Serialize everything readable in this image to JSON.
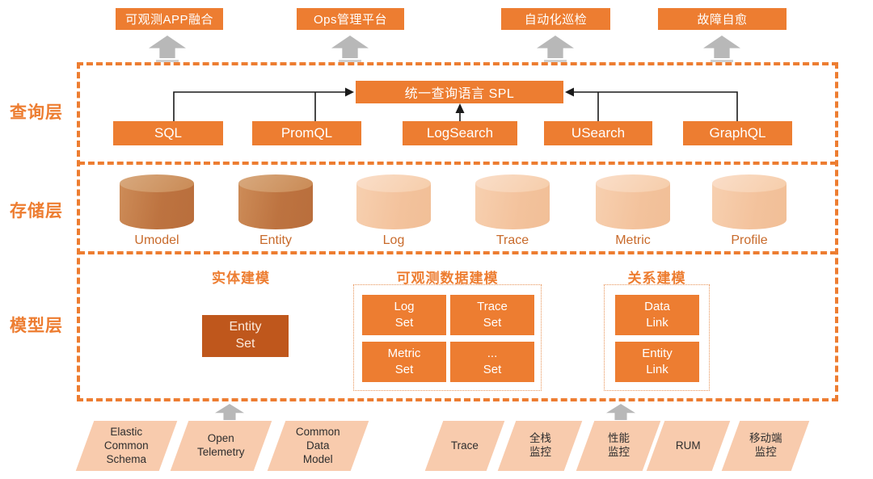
{
  "palette": {
    "accent_orange": "#ED7D31",
    "dark_orange": "#BF571C",
    "light_peach": "#F8CBAD",
    "cylinder_dark_body": "#BD7340",
    "gray_arrow": "#B8B8B8",
    "connector_black": "#1A1A1A"
  },
  "top_apps": [
    {
      "label": "可观测APP融合"
    },
    {
      "label": "Ops管理平台"
    },
    {
      "label": "自动化巡检"
    },
    {
      "label": "故障自愈"
    }
  ],
  "query_layer": {
    "label": "查询层",
    "unified_query": "统一查询语言 SPL",
    "engines": [
      {
        "label": "SQL"
      },
      {
        "label": "PromQL"
      },
      {
        "label": "LogSearch"
      },
      {
        "label": "USearch"
      },
      {
        "label": "GraphQL"
      }
    ]
  },
  "storage_layer": {
    "label": "存储层",
    "stores": [
      {
        "label": "Umodel",
        "tone": "dark"
      },
      {
        "label": "Entity",
        "tone": "dark"
      },
      {
        "label": "Log",
        "tone": "light"
      },
      {
        "label": "Trace",
        "tone": "light"
      },
      {
        "label": "Metric",
        "tone": "light"
      },
      {
        "label": "Profile",
        "tone": "light"
      }
    ]
  },
  "model_layer": {
    "label": "模型层",
    "entity_modeling": {
      "title": "实体建模",
      "box": "Entity\nSet"
    },
    "observable_modeling": {
      "title": "可观测数据建模",
      "boxes": [
        {
          "label": "Log\nSet"
        },
        {
          "label": "Trace\nSet"
        },
        {
          "label": "Metric\nSet"
        },
        {
          "label": "...\nSet"
        }
      ]
    },
    "relation_modeling": {
      "title": "关系建模",
      "boxes": [
        {
          "label": "Data\nLink"
        },
        {
          "label": "Entity\nLink"
        }
      ]
    }
  },
  "bottom_sources": {
    "left": [
      {
        "label": "Elastic\nCommon\nSchema"
      },
      {
        "label": "Open\nTelemetry"
      },
      {
        "label": "Common\nData\nModel"
      }
    ],
    "right": [
      {
        "label": "Trace"
      },
      {
        "label": "全栈\n监控"
      },
      {
        "label": "性能\n监控"
      },
      {
        "label": "RUM"
      },
      {
        "label": "移动端\n监控"
      }
    ]
  }
}
